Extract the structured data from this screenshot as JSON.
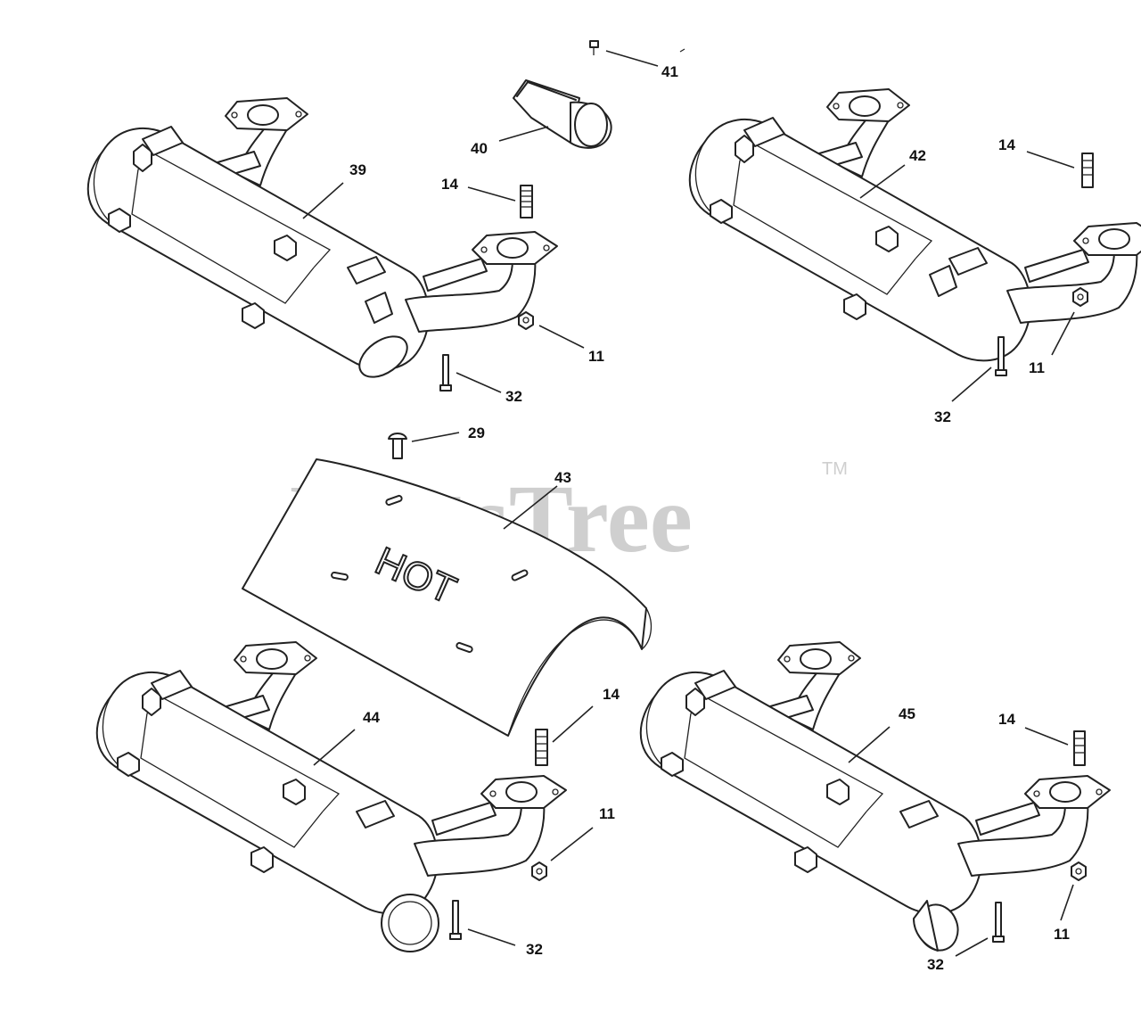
{
  "watermark": {
    "text": "PartsTree",
    "trademark": "TM"
  },
  "shield_text": "HOT",
  "callouts": {
    "c41": "41",
    "c40": "40",
    "c39": "39",
    "c14a": "14",
    "c11a": "11",
    "c32a": "32",
    "c42": "42",
    "c14b": "14",
    "c11b": "11",
    "c32b": "32",
    "c29": "29",
    "c43": "43",
    "c44": "44",
    "c14c": "14",
    "c11c": "11",
    "c32c": "32",
    "c45": "45",
    "c14d": "14",
    "c11d": "11",
    "c32d": "32"
  }
}
